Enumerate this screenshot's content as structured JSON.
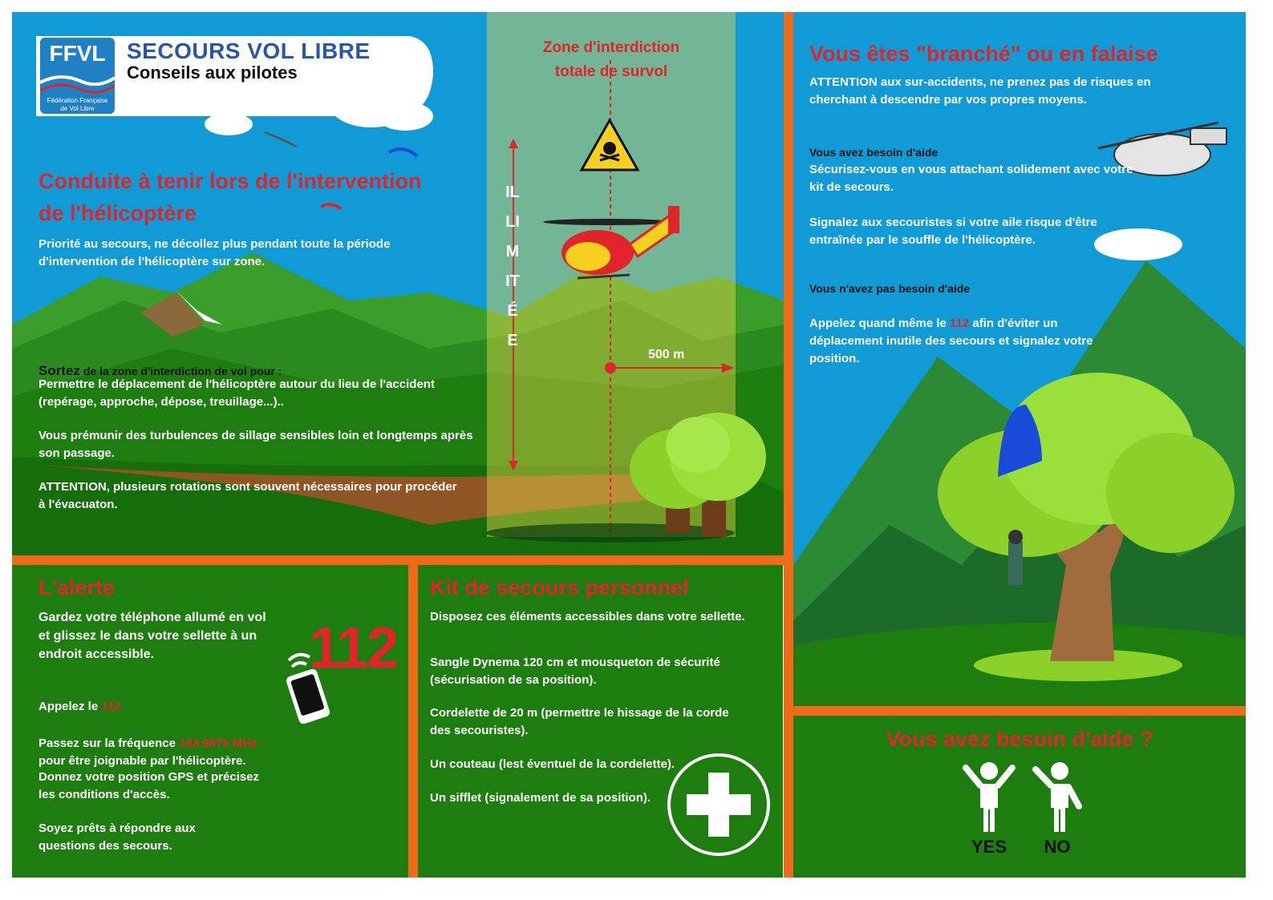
{
  "colors": {
    "sky": "#119bd6",
    "grass": "#1d7d0f",
    "dark_green": "#0f5416",
    "orange": "#f06a18",
    "red_title": "#e0242a",
    "white_text": "#ffffff"
  },
  "header": {
    "logo_text": "FFVL",
    "logo_sub": "Fédération Française\nde Vol Libre",
    "title": "SECOURS VOL LIBRE",
    "subtitle": "Conseils aux pilotes"
  },
  "helicopter_section": {
    "title": "Conduite à tenir lors de l'intervention\nde l'hélicoptère",
    "intro": "Priorité au secours, ne décollez plus pendant toute la période\nd'intervention de l'hélicoptère sur zone.",
    "sortez_strong": "Sortez",
    "sortez_rest": " de  la zone d'interdiction de vol pour :",
    "item1": "Permettre le déplacement de l'hélicoptère autour du lieu de l'accident\n(repérage, approche, dépose, treuillage...)..",
    "item2": "Vous prémunir des turbulences de sillage sensibles loin et longtemps après\nson passage.",
    "item3": "ATTENTION, plusieurs rotations sont souvent nécessaires pour procéder\nà l'évacuaton.",
    "zone_label": "Zone d'interdiction\ntotale de survol",
    "vertical_label": "ILLIMITÉE",
    "distance_label": "500 m"
  },
  "tree_section": {
    "title": "Vous êtes \"branché\" ou en falaise",
    "intro": "ATTENTION aux sur-accidents, ne prenez pas de risques en\ncherchant à descendre par vos propres moyens.",
    "need_title": "Vous avez besoin d'aide",
    "need_body": "Sécurisez-vous en vous attachant solidement avec votre\nkit de secours.\n\nSignalez aux secouristes si votre aile risque d'être\nentraînée par le souffle de l'hélicoptère.",
    "noneed_title": "Vous n'avez pas besoin d'aide",
    "noneed_pre": "Appelez quand même le ",
    "noneed_112": "112",
    "noneed_post": " afin d'éviter un\ndéplacement inutile des secours et signalez votre\nposition."
  },
  "alert_section": {
    "title": "L'alerte",
    "p1": "Gardez votre téléphone allumé en vol\net glissez le dans votre sellette à un\nendroit accessible.",
    "p2_pre": "Appelez le ",
    "p2_112": "112",
    "p3_pre": "Passez sur la fréquence ",
    "p3_freq": "143.9875 MHz",
    "p3_post": "\npour être joignable par l'hélicoptère.",
    "p4": "Donnez votre position GPS et précisez\nles conditions d'accès.",
    "p5": "Soyez prêts à répondre aux\nquestions des secours.",
    "big_number": "112"
  },
  "kit_section": {
    "title": "Kit de secours personnel",
    "intro": "Disposez ces éléments accessibles dans votre sellette.",
    "item1": "Sangle Dynema 120 cm et mousqueton de sécurité\n(sécurisation de sa position).",
    "item2": "Cordelette de 20 m (permettre le hissage de la corde\ndes secouristes).",
    "item3": "Un couteau (lest éventuel de la cordelette).",
    "item4": "Un sifflet (signalement de sa position)."
  },
  "help_section": {
    "title": "Vous avez besoin d'aide ?",
    "yes_label": "YES",
    "no_label": "NO"
  }
}
